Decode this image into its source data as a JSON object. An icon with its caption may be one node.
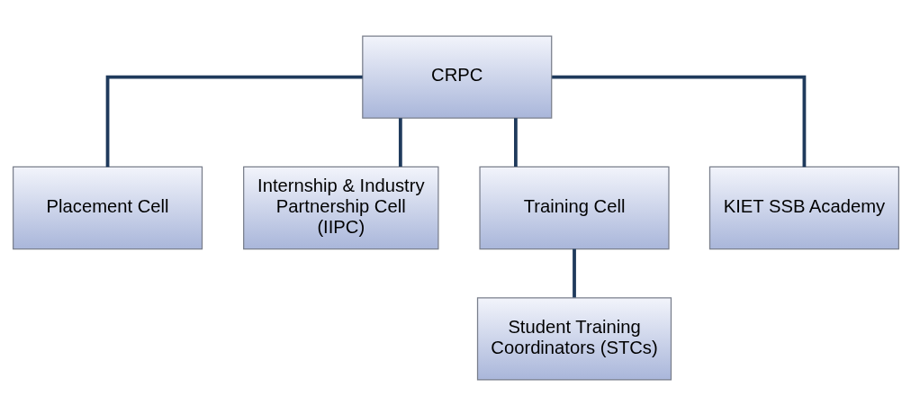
{
  "diagram": {
    "nodes": [
      {
        "text": [
          "CRPC"
        ]
      },
      {
        "text": [
          "Placement Cell"
        ]
      },
      {
        "text": [
          "Internship & Industry Partnership Cell (IIPC)"
        ]
      },
      {
        "text": [
          "Training Cell"
        ]
      },
      {
        "text": [
          "KIET SSB Academy"
        ]
      },
      {
        "text": [
          "Student Training Coordinators (STCs)"
        ]
      }
    ],
    "edges": [
      {
        "from": 0,
        "to": 1,
        "arrow": "none"
      },
      {
        "from": 0,
        "to": 2,
        "arrow": "none"
      },
      {
        "from": 0,
        "to": 3,
        "arrow": "none"
      },
      {
        "from": 0,
        "to": 4,
        "arrow": "none"
      },
      {
        "from": 3,
        "to": 5,
        "arrow": "none"
      }
    ]
  }
}
